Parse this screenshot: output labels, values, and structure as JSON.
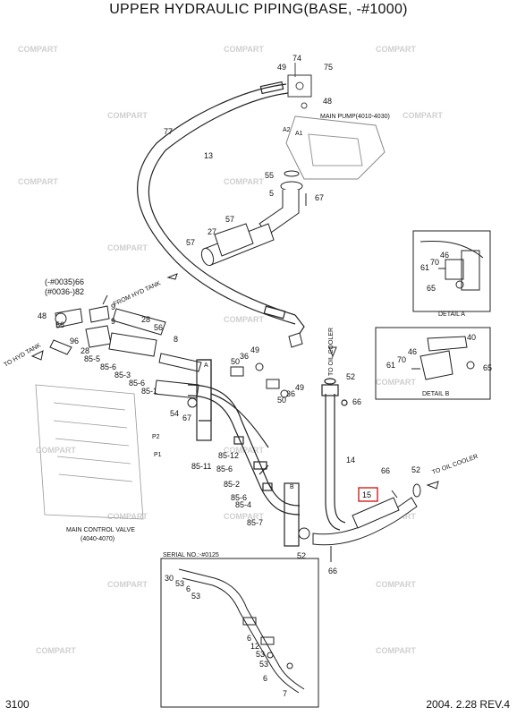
{
  "title": "UPPER HYDRAULIC PIPING(BASE, -#1000)",
  "page_number": "3100",
  "date_rev": "2004. 2.28  REV.4",
  "watermark": "COMPART",
  "highlight_color": "#d42020",
  "highlight_part": "15",
  "callouts": {
    "main_pump": "MAIN PUMP(4010-4030)",
    "main_control_valve": "MAIN CONTROL VALVE",
    "main_control_valve_ref": "(4040-4070)",
    "from_hyd_tank": "FROM HYD TANK",
    "to_hyd_tank": "TO HYD TANK",
    "to_oil_cooler_top": "TO OIL COOLER",
    "to_oil_cooler_right": "TO OIL COOLER",
    "detail_a": "DETAIL A",
    "detail_b": "DETAIL B",
    "serial_no": "SERIAL NO.:-#0125",
    "serial_66": "(-#0035)66",
    "serial_82": "(#0036-)82",
    "a1": "A1",
    "a2": "A2",
    "p1": "P1",
    "p2": "P2",
    "a": "A",
    "b": "B"
  },
  "parts": [
    "74",
    "75",
    "49",
    "48",
    "77",
    "13",
    "55",
    "5",
    "67",
    "57",
    "27",
    "57",
    "28",
    "56",
    "8",
    "9",
    "9",
    "48",
    "56",
    "96",
    "28",
    "85-5",
    "85-6",
    "85-3",
    "85-6",
    "85-1",
    "54",
    "67",
    "85-12",
    "85-11",
    "85-6",
    "85-2",
    "85-6",
    "85-4",
    "85-7",
    "50",
    "36",
    "49",
    "50",
    "36",
    "49",
    "52",
    "66",
    "14",
    "66",
    "52",
    "66",
    "52",
    "15",
    "46",
    "70",
    "61",
    "65",
    "46",
    "70",
    "61",
    "65",
    "40",
    "30",
    "53",
    "6",
    "53",
    "6",
    "12",
    "53",
    "53",
    "6",
    "7"
  ]
}
